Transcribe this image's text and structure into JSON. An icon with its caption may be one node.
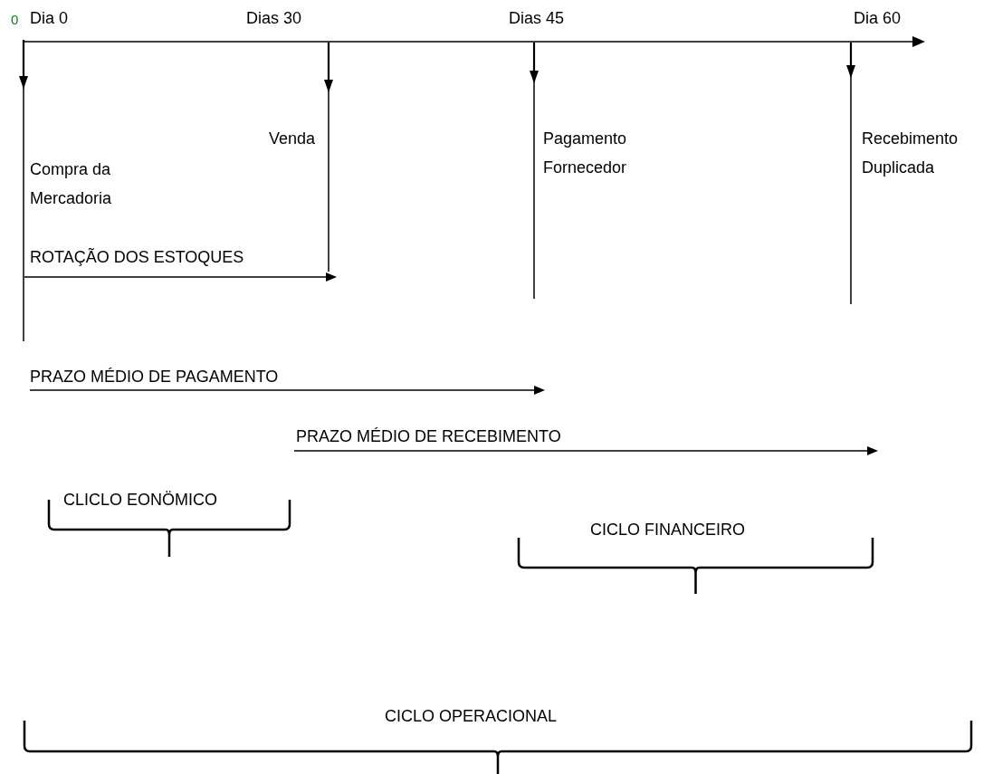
{
  "diagram": {
    "labels": [
      "0",
      "Dia 0",
      "Dias 30",
      "Dias 45",
      "Dia 60",
      "Venda",
      "Pagamento Fornecedor",
      "Recebimento Duplicada",
      "Compra da Mercadoria",
      "ROTAÇÃO DOS ESTOQUES",
      "PRAZO MÉDIO DE PAGAMENTO",
      "PRAZO MÉDIO DE RECEBIMENTO",
      "CLICLO EONÖMICO",
      "CICLO FINANCEIRO",
      "CICLO OPERACIONAL"
    ]
  }
}
